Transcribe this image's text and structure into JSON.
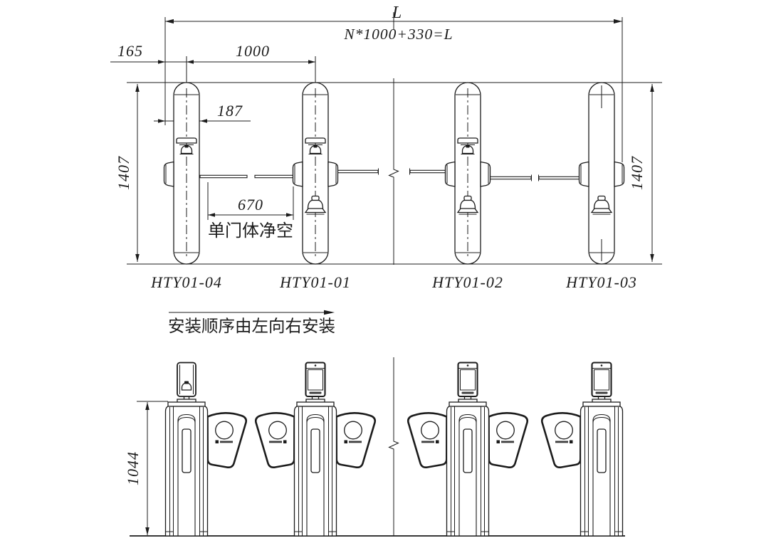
{
  "page": {
    "background": "#ffffff",
    "ink": "#1c1c1c"
  },
  "plan_view": {
    "dims": {
      "total_length": "L",
      "length_formula": "N*1000+330=L",
      "edge_offset": "165",
      "lane_pitch": "1000",
      "cabinet_width": "187",
      "clear_opening": "670",
      "clear_opening_label": "单门体净空",
      "machine_length_left": "1407",
      "machine_length_right": "1407"
    },
    "unit_labels": [
      "HTY01-04",
      "HTY01-01",
      "HTY01-02",
      "HTY01-03"
    ]
  },
  "install_note": "安装顺序由左向右安装",
  "front_view": {
    "dims": {
      "height": "1044"
    }
  }
}
